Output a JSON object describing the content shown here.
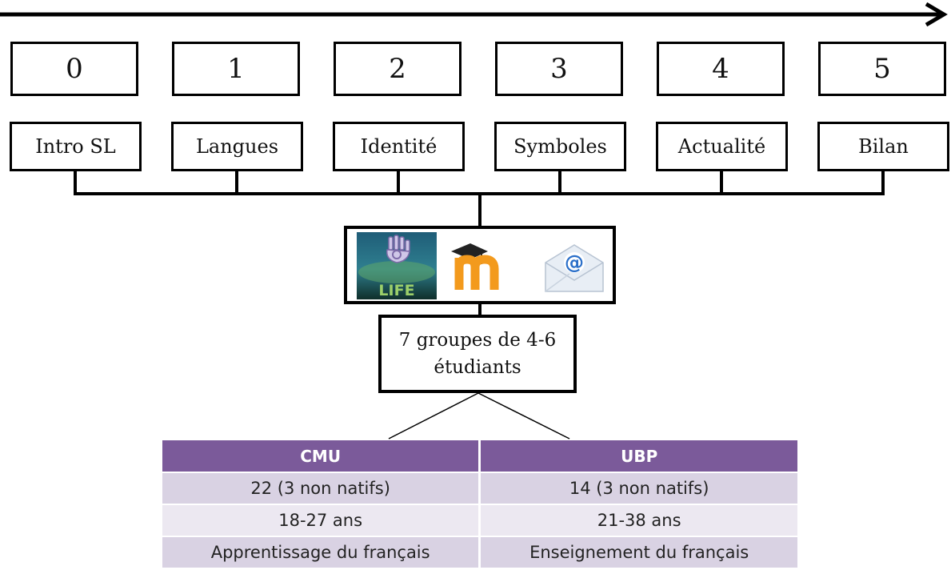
{
  "timeline": {
    "numbers": [
      "0",
      "1",
      "2",
      "3",
      "4",
      "5"
    ],
    "topics": [
      "Intro SL",
      "Langues",
      "Identité",
      "Symboles",
      "Actualité",
      "Bilan"
    ]
  },
  "tools": {
    "icons": [
      "second-life-logo",
      "moodle-logo",
      "email-icon"
    ],
    "logo_text": "LIFE"
  },
  "groups": {
    "line1": "7 groupes de 4-6",
    "line2": "étudiants"
  },
  "table": {
    "headers": [
      "CMU",
      "UBP"
    ],
    "rows": [
      [
        "22 (3 non natifs)",
        "14 (3 non natifs)"
      ],
      [
        "18-27 ans",
        "21-38 ans"
      ],
      [
        "Apprentissage du français",
        "Enseignement du français"
      ]
    ]
  },
  "colors": {
    "table_header": "#7b5a9a",
    "table_row_dark": "#d9d2e3",
    "table_row_light": "#ece8f1",
    "moodle_orange": "#f39a1d",
    "email_blue": "#2a6fc9"
  }
}
